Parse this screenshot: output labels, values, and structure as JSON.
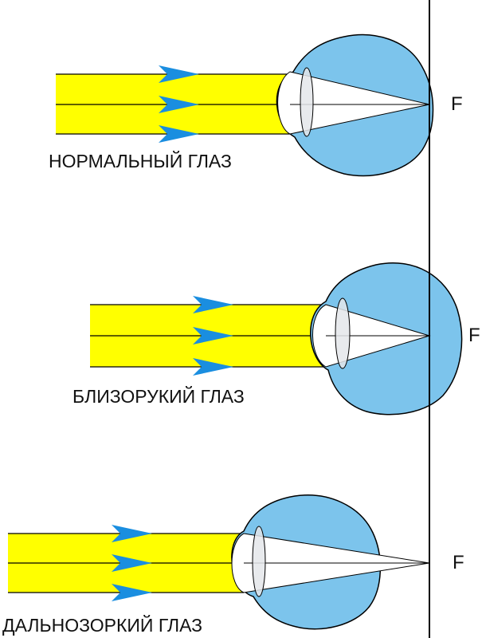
{
  "focal_plane_label": "F",
  "colors": {
    "beam": "#ffff00",
    "eye": "#7cc4ec",
    "interior": "#ffffff",
    "lens": "#e4e6ea",
    "arrow": "#1a8ee0",
    "outline": "#000000"
  },
  "eyes": [
    {
      "label": "НОРМАЛЬНЫЙ ГЛАЗ",
      "focus_label": "F"
    },
    {
      "label": "БЛИЗОРУКИЙ ГЛАЗ",
      "focus_label": "F"
    },
    {
      "label": "ДАЛЬНОЗОРКИЙ ГЛАЗ",
      "focus_label": "F"
    }
  ]
}
